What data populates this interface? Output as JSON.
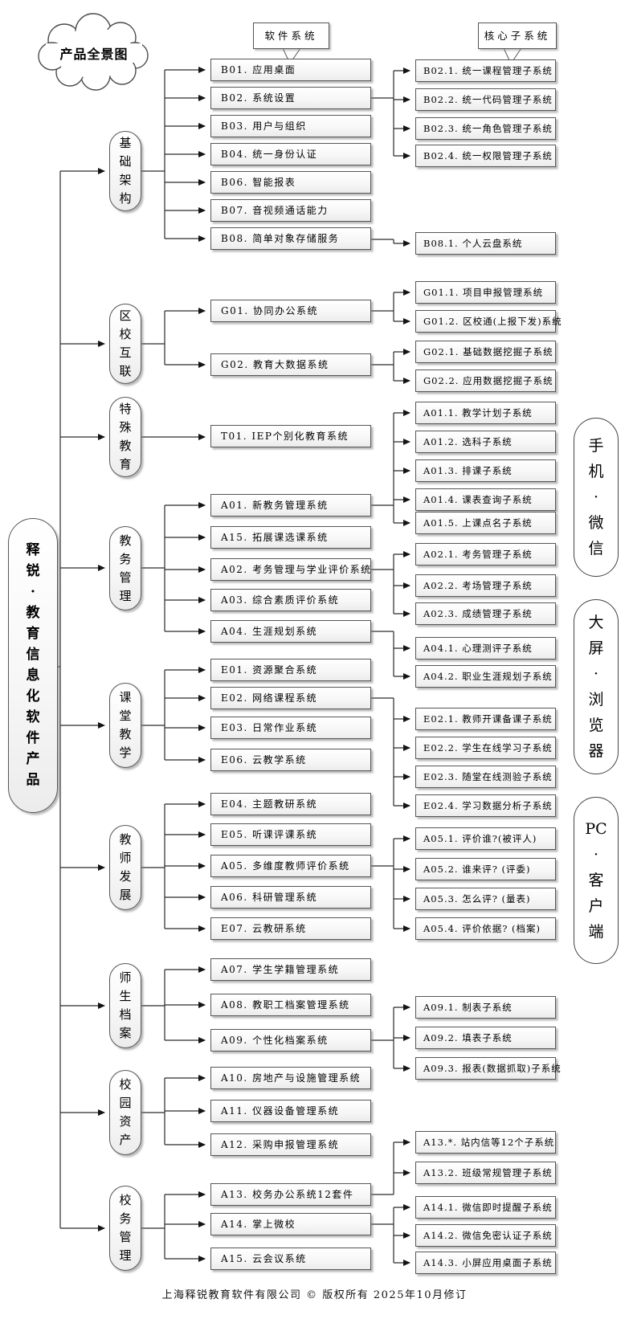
{
  "page": {
    "cloud_title": "产品全景图",
    "footer": "上海释锐教育软件有限公司 © 版权所有  2025年10月修订"
  },
  "headers": {
    "software": "软件系统",
    "core": "核心子系统"
  },
  "root": [
    "释",
    "锐",
    "·",
    "教",
    "育",
    "信",
    "息",
    "化",
    "软",
    "件",
    "产",
    "品"
  ],
  "categories": {
    "foundation": [
      "基",
      "础",
      "架",
      "构"
    ],
    "district": [
      "区",
      "校",
      "互",
      "联"
    ],
    "special": [
      "特",
      "殊",
      "教",
      "育"
    ],
    "academic": [
      "教",
      "务",
      "管",
      "理"
    ],
    "classroom": [
      "课",
      "堂",
      "教",
      "学"
    ],
    "teacher": [
      "教",
      "师",
      "发",
      "展"
    ],
    "archives": [
      "师",
      "生",
      "档",
      "案"
    ],
    "assets": [
      "校",
      "园",
      "资",
      "产"
    ],
    "admin": [
      "校",
      "务",
      "管",
      "理"
    ]
  },
  "platforms": {
    "mobile": [
      "手",
      "机",
      "·",
      "微",
      "信"
    ],
    "bigscreen": [
      "大",
      "屏",
      "·",
      "浏",
      "览",
      "器"
    ],
    "pc": [
      "PC",
      "·",
      "客",
      "户",
      "端"
    ]
  },
  "systems": {
    "B01": "B01. 应用桌面",
    "B02": "B02. 系统设置",
    "B03": "B03. 用户与组织",
    "B04": "B04. 统一身份认证",
    "B06": "B06. 智能报表",
    "B07": "B07. 音视频通话能力",
    "B08": "B08. 简单对象存储服务",
    "G01": "G01. 协同办公系统",
    "G02": "G02. 教育大数据系统",
    "T01": "T01. IEP个别化教育系统",
    "A01": "A01. 新教务管理系统",
    "A15a": "A15. 拓展课选课系统",
    "A02": "A02. 考务管理与学业评价系统",
    "A03": "A03. 综合素质评价系统",
    "A04": "A04. 生涯规划系统",
    "E01": "E01. 资源聚合系统",
    "E02": "E02. 网络课程系统",
    "E03": "E03. 日常作业系统",
    "E06": "E06. 云教学系统",
    "E04": "E04. 主题教研系统",
    "E05": "E05. 听课评课系统",
    "A05": "A05. 多维度教师评价系统",
    "A06": "A06. 科研管理系统",
    "E07": "E07. 云教研系统",
    "A07": "A07. 学生学籍管理系统",
    "A08": "A08. 教职工档案管理系统",
    "A09": "A09. 个性化档案系统",
    "A10": "A10. 房地产与设施管理系统",
    "A11": "A11. 仪器设备管理系统",
    "A12": "A12. 采购申报管理系统",
    "A13": "A13. 校务办公系统12套件",
    "A14": "A14. 掌上微校",
    "A15b": "A15. 云会议系统"
  },
  "subsystems": {
    "B02_1": "B02.1. 统一课程管理子系统",
    "B02_2": "B02.2. 统一代码管理子系统",
    "B02_3": "B02.3. 统一角色管理子系统",
    "B02_4": "B02.4. 统一权限管理子系统",
    "B08_1": "B08.1. 个人云盘系统",
    "G01_1": "G01.1. 项目申报管理系统",
    "G01_2": "G01.2. 区校通(上报下发)系统",
    "G02_1": "G02.1. 基础数据挖掘子系统",
    "G02_2": "G02.2. 应用数据挖掘子系统",
    "A01_1": "A01.1. 教学计划子系统",
    "A01_2": "A01.2. 选科子系统",
    "A01_3": "A01.3. 排课子系统",
    "A01_4": "A01.4. 课表查询子系统",
    "A01_5": "A01.5. 上课点名子系统",
    "A02_1": "A02.1. 考务管理子系统",
    "A02_2": "A02.2. 考场管理子系统",
    "A02_3": "A02.3. 成绩管理子系统",
    "A04_1": "A04.1. 心理测评子系统",
    "A04_2": "A04.2. 职业生涯规划子系统",
    "E02_1": "E02.1. 教师开课备课子系统",
    "E02_2": "E02.2. 学生在线学习子系统",
    "E02_3": "E02.3. 随堂在线测验子系统",
    "E02_4": "E02.4. 学习数据分析子系统",
    "A05_1": "A05.1. 评价谁?(被评人)",
    "A05_2": "A05.2. 谁来评? (评委)",
    "A05_3": "A05.3. 怎么评? (量表)",
    "A05_4": "A05.4. 评价依据? (档案)",
    "A09_1": "A09.1. 制表子系统",
    "A09_2": "A09.2. 填表子系统",
    "A09_3": "A09.3. 报表(数据抓取)子系统",
    "A13_s": "A13.*. 站内信等12个子系统",
    "A13_2": "A13.2. 班级常规管理子系统",
    "A14_1": "A14.1. 微信即时提醒子系统",
    "A14_2": "A14.2. 微信免密认证子系统",
    "A14_3": "A14.3. 小屏应用桌面子系统"
  }
}
